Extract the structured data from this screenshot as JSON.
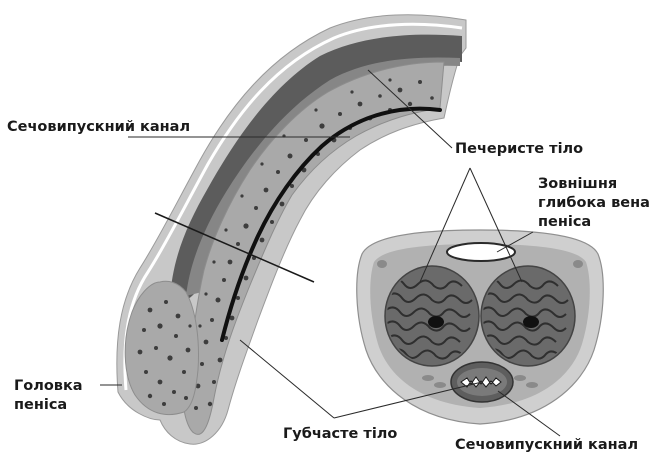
{
  "colors": {
    "background": "#ffffff",
    "outer_skin": "#c8c8c8",
    "skin_stripe": "#ffffff",
    "corpus_cavernosum_dark": "#5c5c5c",
    "corpus_cavernosum_mid": "#868686",
    "spongy_tissue": "#a9a9a9",
    "spongy_dots": "#3d3d3d",
    "urethra": "#101010",
    "cross_section_outer": "#cfcfcf",
    "cross_section_inner": "#b1b1b1",
    "cavernous_texture": "#2f2f2f",
    "leader_lines": "#2a2a2a"
  },
  "labels": {
    "urethra_top": "Сечовипускний канал",
    "corpus_cavernosum": "Печеристе тіло",
    "deep_dorsal_vein_line1": "Зовнішня",
    "deep_dorsal_vein_line2": "глибока вена",
    "deep_dorsal_vein_line3": "пеніса",
    "glans_line1": "Головка",
    "glans_line2": "пеніса",
    "corpus_spongiosum": "Губчасте тіло",
    "urethra_bottom": "Сечовипускний канал"
  },
  "icons": {
    "longitudinal_section": "penis-longitudinal-section-illustration",
    "cross_section": "penis-cross-section-illustration"
  }
}
